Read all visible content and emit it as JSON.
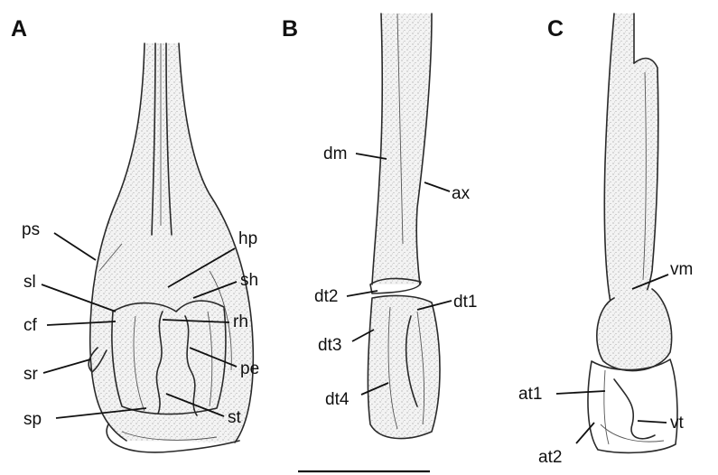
{
  "panels": [
    {
      "letter": "A",
      "labels": [
        "ps",
        "sl",
        "cf",
        "sr",
        "sp",
        "hp",
        "sh",
        "rh",
        "pe",
        "st"
      ]
    },
    {
      "letter": "B",
      "labels": [
        "dm",
        "ax",
        "dt2",
        "dt1",
        "dt3",
        "dt4"
      ]
    },
    {
      "letter": "C",
      "labels": [
        "vm",
        "at1",
        "at2",
        "vt"
      ]
    }
  ],
  "colors": {
    "ink": "#111111",
    "paper": "#ffffff",
    "stipple": "#6b6b6b"
  }
}
